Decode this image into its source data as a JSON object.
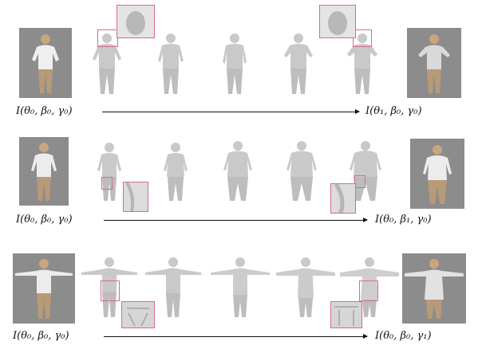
{
  "rows": [
    {
      "start_label": "I(θ₀, β₀, γ₀)",
      "end_label": "I(θ₁, β₀, γ₀)"
    },
    {
      "start_label": "I(θ₀, β₀, γ₀)",
      "end_label": "I(θ₀, β₁, γ₀)"
    },
    {
      "start_label": "I(θ₀, β₀, γ₀)",
      "end_label": "I(θ₀, β₀, γ₁)"
    }
  ],
  "colors": {
    "highlight": "#d86a8e",
    "mesh": "#c9c9c9",
    "photo_bg": "#8c8c8c",
    "skin": "#c9a57e"
  }
}
